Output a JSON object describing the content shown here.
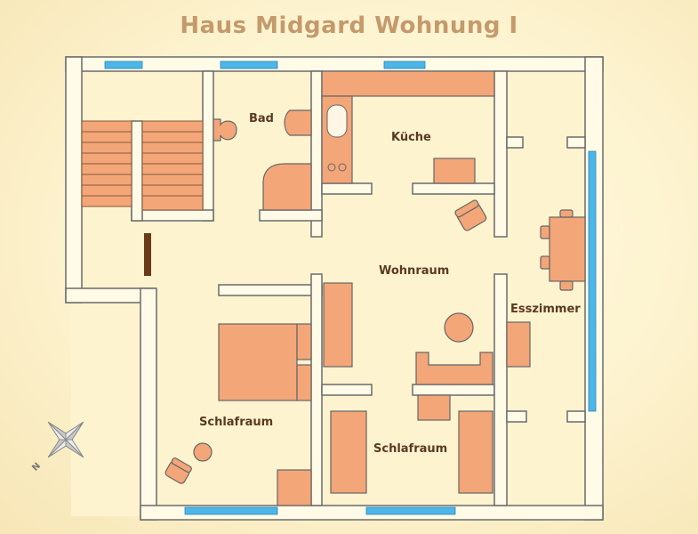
{
  "title": "Haus Midgard Wohnung I",
  "rooms": {
    "bad": "Bad",
    "kueche": "Küche",
    "wohnraum": "Wohnraum",
    "esszimmer": "Esszimmer",
    "schlafraum_left": "Schlafraum",
    "schlafraum_middle": "Schlafraum"
  },
  "compass_label": "N",
  "colors": {
    "wall_fill": "#fffbe6",
    "furniture": "#f3a678",
    "window": "#4db6e8",
    "title": "#c49a6c",
    "label": "#5a3a22"
  }
}
